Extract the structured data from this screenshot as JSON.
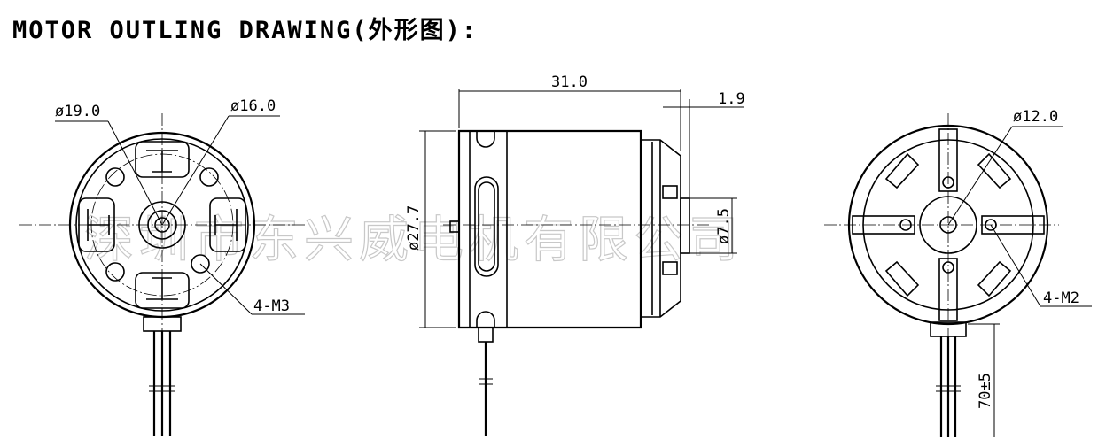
{
  "title": "MOTOR OUTLING DRAWING(外形图):",
  "watermark": "深圳市东兴威电机有限公司",
  "front_view": {
    "dia_outer": "ø19.0",
    "dia_bolt": "ø16.0",
    "holes": "4-M3"
  },
  "side_view": {
    "length": "31.0",
    "shaft_len": "1.9",
    "body_dia": "ø27.7",
    "shaft_dia": "ø7.5"
  },
  "rear_view": {
    "dia_bolt": "ø12.0",
    "holes": "4-M2",
    "lead_len": "70±5"
  }
}
